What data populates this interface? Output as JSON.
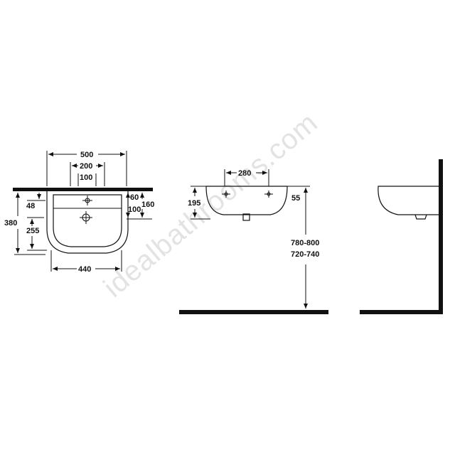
{
  "watermark": "idealbathrooms.com",
  "front_view": {
    "width_overall": "500",
    "tap_centres": "200",
    "tap_hole_width": "100",
    "bowl_width": "440",
    "height_overall": "380",
    "height_to_waste": "255",
    "top_to_taphole": "48",
    "right_upper": "60",
    "right_lower": "100",
    "right_total": "160"
  },
  "side_view": {
    "tap_centres": "280",
    "depth": "195",
    "rim_height": "55",
    "mounting_height_1": "780-800",
    "mounting_height_2": "720-740"
  },
  "colors": {
    "line": "#111111",
    "watermark": "#e3e3e3"
  }
}
